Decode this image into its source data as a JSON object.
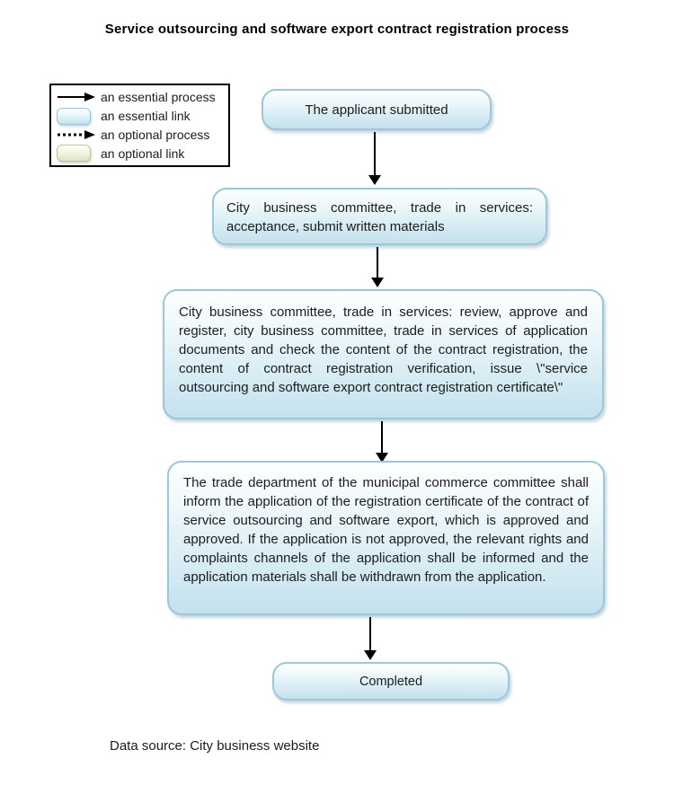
{
  "title": "Service outsourcing and software export contract registration process",
  "legend": {
    "items": [
      {
        "symbol": "solid-arrow",
        "label": "an essential process"
      },
      {
        "symbol": "essential-link-box",
        "label": "an essential link"
      },
      {
        "symbol": "dotted-arrow",
        "label": "an optional process"
      },
      {
        "symbol": "optional-link-box",
        "label": "an optional link"
      }
    ]
  },
  "flow": {
    "nodes": [
      {
        "id": "applicant",
        "text": "The applicant submitted"
      },
      {
        "id": "acceptance",
        "text": "City business committee, trade in services: acceptance, submit written materials"
      },
      {
        "id": "review",
        "text": "City business committee, trade in services: review, approve and register, city business committee, trade in services of application documents and check the content of the contract registration, the content of contract registration verification, issue \\\"service outsourcing and software export contract registration certificate\\\""
      },
      {
        "id": "inform",
        "text": "The trade department of the municipal commerce committee shall inform the application of the registration certificate of the contract of service outsourcing and software export, which is approved and approved. If the application is not approved, the relevant rights and complaints channels of the application shall be informed and the application materials shall be withdrawn from the application."
      },
      {
        "id": "completed",
        "text": "Completed"
      }
    ]
  },
  "footer": {
    "data_source": "Data source: City business website"
  },
  "colors": {
    "node_fill_bottom": "#c3e1ed",
    "node_border": "#9ac8da",
    "optional_fill_bottom": "#dbe5c1",
    "optional_border": "#b9c696",
    "arrow": "#000000"
  }
}
